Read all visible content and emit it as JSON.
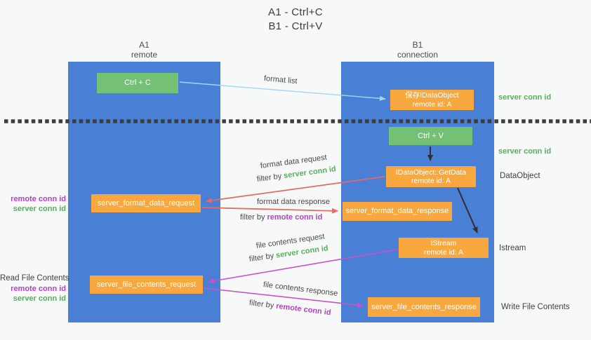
{
  "title": {
    "line1": "A1 - Ctrl+C",
    "line2": "B1 - Ctrl+V"
  },
  "columns": {
    "a1": {
      "name": "A1",
      "subtitle": "remote"
    },
    "b1": {
      "name": "B1",
      "subtitle": "connection"
    }
  },
  "nodes": {
    "ctrl_c": {
      "label": "Ctrl + C"
    },
    "ctrl_v": {
      "label": "Ctrl + V"
    },
    "save_dataobject": {
      "line1": "保存IDataObject",
      "line2": "remote id: A"
    },
    "getdata": {
      "line1": "IDataObject::GetData",
      "line2": "remote id: A"
    },
    "istream": {
      "line1": "IStream",
      "line2": "remote id: A"
    },
    "server_format_data_request": {
      "label": "server_format_data_request"
    },
    "server_format_data_response": {
      "label": "server_format_data_response"
    },
    "server_file_contents_request": {
      "label": "server_file_contents_request"
    },
    "server_file_contents_response": {
      "label": "server_file_contents_response"
    }
  },
  "edge_labels": {
    "format_list": "format list",
    "format_data_request": "format data request",
    "format_data_response": "format data response",
    "file_contents_request": "file contents request",
    "file_contents_response": "file contents response",
    "filter_by": "filter by",
    "server_conn_id": "server conn id",
    "remote_conn_id": "remote conn id"
  },
  "side_labels": {
    "right_server_conn_id_top": "server conn id",
    "right_server_conn_id_mid": "server conn id",
    "dataobject": "DataObject",
    "istream": "Istream",
    "write_file_contents": "Write File Contents",
    "read_file_contents": "Read File Contents",
    "left_remote_conn_id_1": "remote conn id",
    "left_server_conn_id_1": "server conn id",
    "left_remote_conn_id_2": "remote conn id",
    "left_server_conn_id_2": "server conn id"
  },
  "colors": {
    "column_blue": "#4a7fd6",
    "node_orange": "#f9a83f",
    "node_green": "#74c175",
    "arrow_lightblue": "#a6d5f2",
    "arrow_red": "#e8695f",
    "arrow_purple": "#c653cb",
    "arrow_black": "#303030",
    "label_green": "#58b05c",
    "label_purple": "#b342c6",
    "background": "#f7f8f8"
  }
}
